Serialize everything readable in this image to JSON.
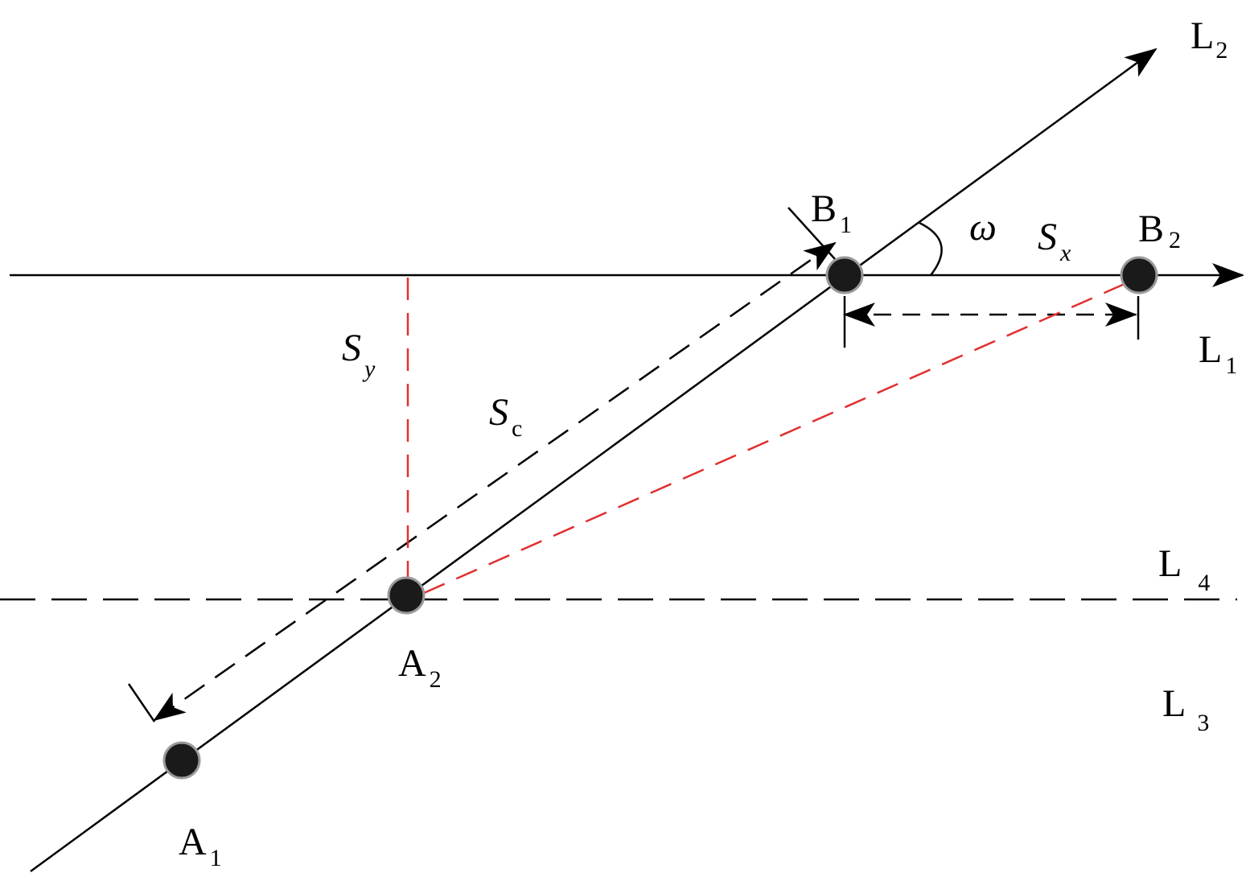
{
  "colors": {
    "ink": "#000000",
    "point_fill": "#1a1a1a",
    "point_stroke": "#9a9a9a",
    "auxiliary_red": "#e03030"
  },
  "labels": {
    "L2": {
      "main": "L",
      "sub": "2"
    },
    "L1": {
      "main": "L",
      "sub": "1"
    },
    "L4": {
      "main": "L",
      "sub": "4"
    },
    "L3": {
      "main": "L",
      "sub": "3"
    },
    "B1": {
      "main": "B",
      "sub": "1"
    },
    "B2": {
      "main": "B",
      "sub": "2"
    },
    "A1": {
      "main": "A",
      "sub": "1"
    },
    "A2": {
      "main": "A",
      "sub": "2"
    },
    "omega": "ω",
    "Sx": {
      "main": "S",
      "sub": "x"
    },
    "Sy": {
      "main": "S",
      "sub": "y"
    },
    "Sc": {
      "main": "S",
      "sub": "c"
    }
  }
}
